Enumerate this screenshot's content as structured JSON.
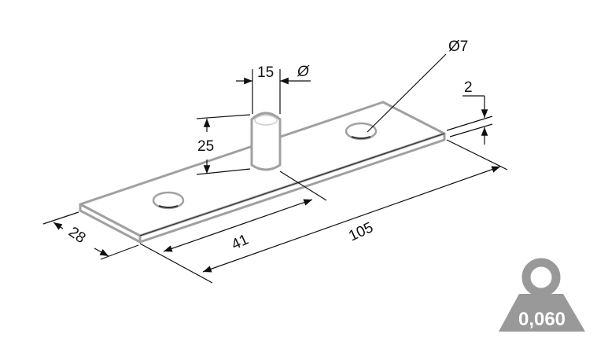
{
  "dimensions": {
    "pin_diameter": "15",
    "diameter_symbol": "Ø",
    "pin_height": "25",
    "hole_diameter": "Ø7",
    "plate_thickness": "2",
    "plate_width": "28",
    "pin_position": "41",
    "plate_length": "105"
  },
  "weight": {
    "value": "0,060",
    "icon": "weight-icon"
  },
  "colors": {
    "part_edge": "#a0a0a0",
    "line": "#111111",
    "weight_fill": "#999999"
  }
}
